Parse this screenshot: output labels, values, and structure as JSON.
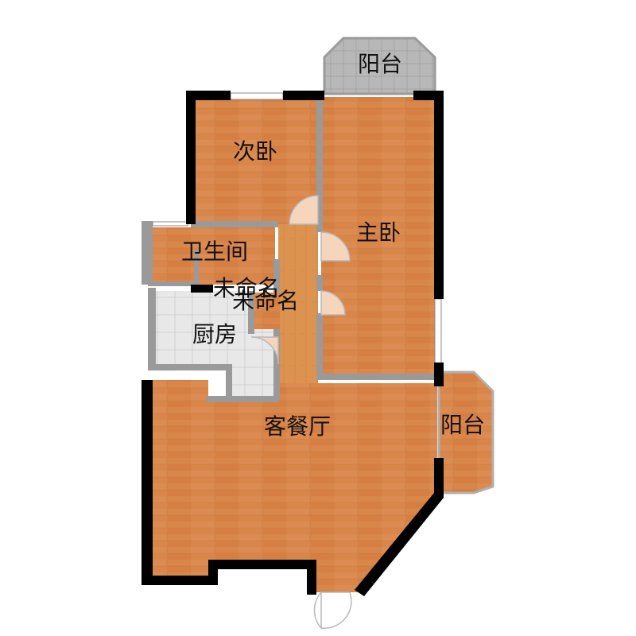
{
  "rooms": {
    "balcony_top": "阳台",
    "second_bedroom": "次卧",
    "master_bedroom": "主卧",
    "bathroom": "卫生间",
    "unnamed_1": "未命名",
    "unnamed_2": "未命名",
    "kitchen": "厨房",
    "living_dining": "客餐厅",
    "balcony_right": "阳台"
  },
  "colors": {
    "wood_floor": "#d9864a",
    "wood_floor_light": "#dd9a57",
    "wall": "#000000",
    "partition": "#9a9a9a",
    "balcony_tile": "#b3b3b3",
    "kitchen_tile": "#e6e6e6",
    "door": "#f4cfb4"
  }
}
